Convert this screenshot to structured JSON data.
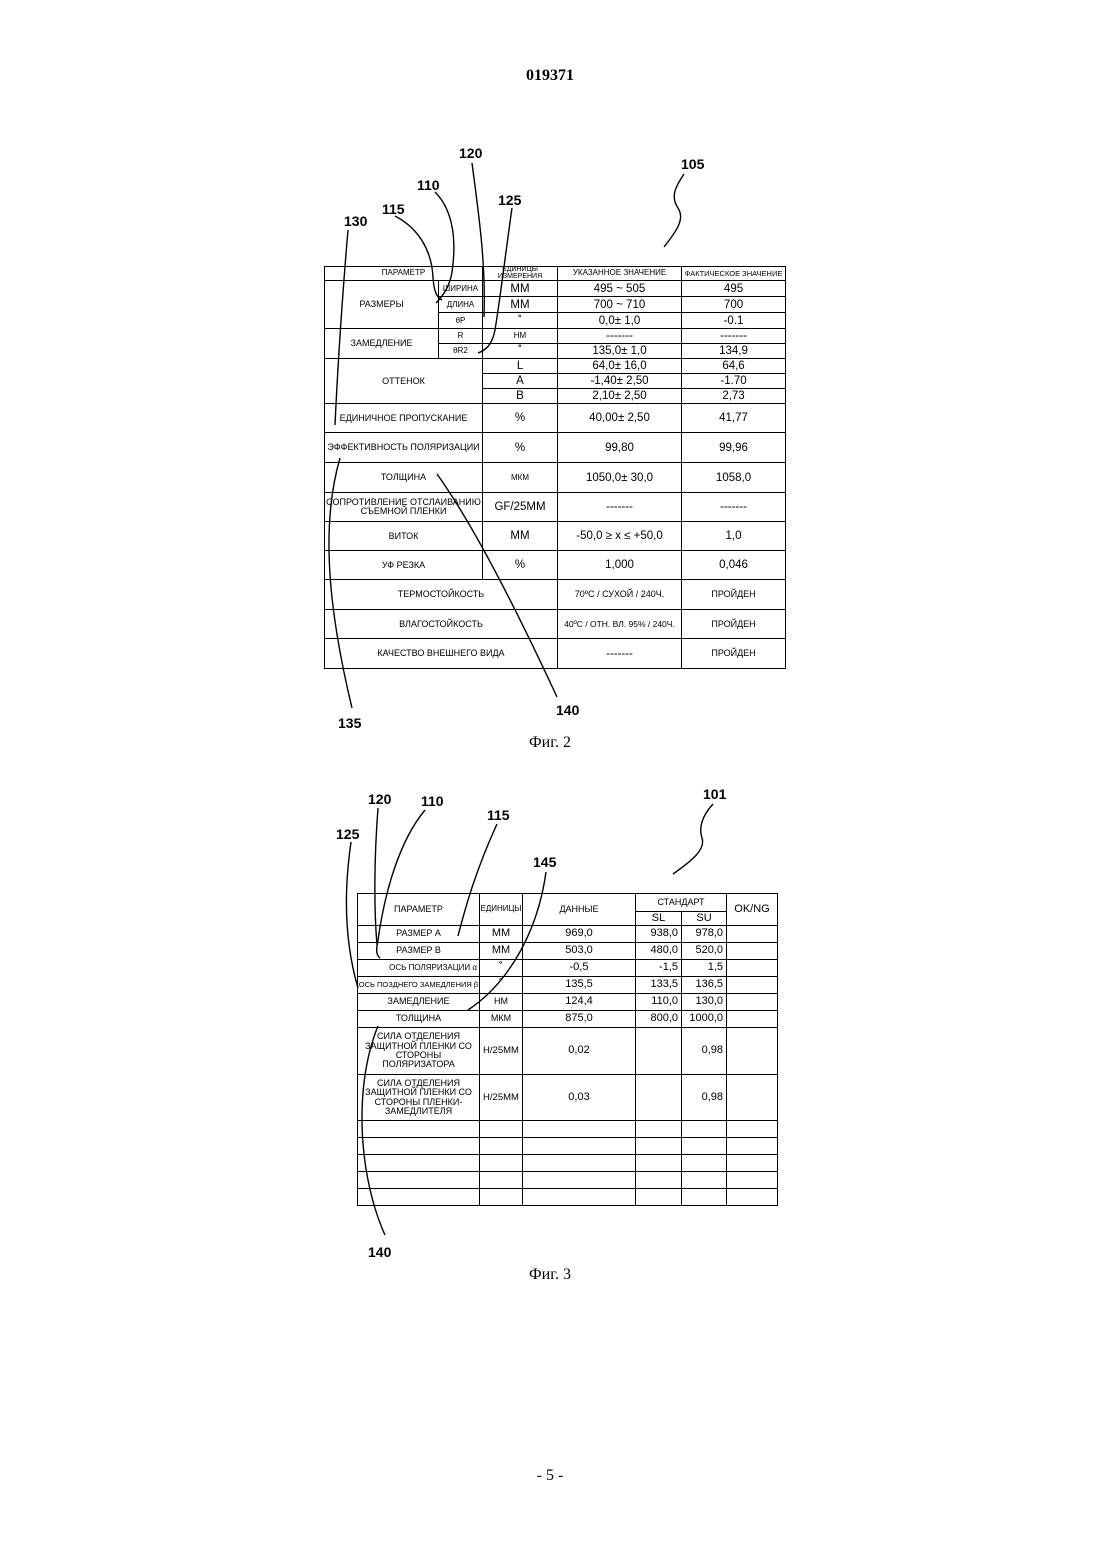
{
  "page": {
    "doc_number": "019371",
    "page_number": "- 5 -"
  },
  "fig2": {
    "caption": "Фиг. 2",
    "refs": {
      "r105": "105",
      "r110": "110",
      "r115": "115",
      "r120": "120",
      "r125": "125",
      "r130": "130",
      "r135": "135",
      "r140": "140"
    },
    "header": {
      "param": "ПАРАМЕТР",
      "units": "ЕДИНИЦЫ ИЗМЕРЕНИЯ",
      "specified": "УКАЗАННОЕ ЗНАЧЕНИЕ",
      "actual": "ФАКТИЧЕСКОЕ ЗНАЧЕНИЕ"
    },
    "sizes": {
      "label": "РАЗМЕРЫ",
      "width": {
        "name": "ШИРИНА",
        "unit": "ММ",
        "spec": "495 ~ 505",
        "actual": "495"
      },
      "length": {
        "name": "ДЛИНА",
        "unit": "ММ",
        "spec": "700 ~ 710",
        "actual": "700"
      },
      "theta": {
        "name": "θР",
        "unit": "˚",
        "spec": "0,0± 1,0",
        "actual": "-0.1"
      }
    },
    "retard": {
      "label": "ЗАМЕДЛЕНИЕ",
      "r": {
        "name": "R",
        "unit": "НМ",
        "spec": "-------",
        "actual": "-------"
      },
      "theta": {
        "name": "θR2",
        "unit": "˚",
        "spec": "135,0± 1,0",
        "actual": "134,9"
      }
    },
    "hue": {
      "label": "ОТТЕНОК",
      "l": {
        "name": "L",
        "spec": "64,0± 16,0",
        "actual": "64,6"
      },
      "a": {
        "name": "A",
        "spec": "-1,40± 2,50",
        "actual": "-1.70"
      },
      "b": {
        "name": "B",
        "spec": "2,10± 2,50",
        "actual": "2,73"
      }
    },
    "transmit": {
      "label": "ЕДИНИЧНОЕ ПРОПУСКАНИЕ",
      "unit": "%",
      "spec": "40,00± 2,50",
      "actual": "41,77"
    },
    "polar": {
      "label": "ЭФФЕКТИВНОСТЬ ПОЛЯРИЗАЦИИ",
      "unit": "%",
      "spec": "99,80",
      "actual": "99,96"
    },
    "thick": {
      "label": "ТОЛЩИНА",
      "unit": "МКМ",
      "spec": "1050,0± 30,0",
      "actual": "1058,0"
    },
    "peel": {
      "label": "СОПРОТИВЛЕНИЕ ОТСЛАИВАНИЮ СЪЕМНОЙ ПЛЕНКИ",
      "unit": "GF/25ММ",
      "spec": "-------",
      "actual": "-------"
    },
    "curl": {
      "label": "ВИТОК",
      "unit": "ММ",
      "spec": "-50,0 ≥ x ≤ +50,0",
      "actual": "1,0"
    },
    "uv": {
      "label": "УФ РЕЗКА",
      "unit": "%",
      "spec": "1,000",
      "actual": "0,046"
    },
    "heat": {
      "label": "ТЕРМОСТОЙКОСТЬ",
      "spec": "70ºC / СУХОЙ / 240Ч.",
      "actual": "ПРОЙДЕН"
    },
    "humid": {
      "label": "ВЛАГОСТОЙКОСТЬ",
      "spec": "40ºC / ОТН. ВЛ. 95% / 240Ч.",
      "actual": "ПРОЙДЕН"
    },
    "appear": {
      "label": "КАЧЕСТВО ВНЕШНЕГО ВИДА",
      "spec": "-------",
      "actual": "ПРОЙДЕН"
    }
  },
  "fig3": {
    "caption": "Фиг. 3",
    "refs": {
      "r101": "101",
      "r110": "110",
      "r115": "115",
      "r120": "120",
      "r125": "125",
      "r140": "140",
      "r145": "145"
    },
    "header": {
      "param": "ПАРАМЕТР",
      "units": "ЕДИНИЦЫ",
      "data": "ДАННЫЕ",
      "standard": "СТАНДАРТ",
      "sl": "SL",
      "su": "SU",
      "okng": "OK/NG"
    },
    "rows": [
      {
        "param": "РАЗМЕР A",
        "unit": "ММ",
        "data": "969,0",
        "sl": "938,0",
        "su": "978,0"
      },
      {
        "param": "РАЗМЕР B",
        "unit": "ММ",
        "data": "503,0",
        "sl": "480,0",
        "su": "520,0"
      },
      {
        "param": "ОСЬ ПОЛЯРИЗАЦИИ α",
        "unit": "˚",
        "data": "-0,5",
        "sl": "-1,5",
        "su": "1,5"
      },
      {
        "param": "ОСЬ ПОЗДНЕГО ЗАМЕДЛЕНИЯ β",
        "unit": "˚",
        "data": "135,5",
        "sl": "133,5",
        "su": "136,5"
      },
      {
        "param": "ЗАМЕДЛЕНИЕ",
        "unit": "НМ",
        "data": "124,4",
        "sl": "110,0",
        "su": "130,0"
      },
      {
        "param": "ТОЛЩИНА",
        "unit": "МКМ",
        "data": "875,0",
        "sl": "800,0",
        "su": "1000,0"
      },
      {
        "param": "СИЛА ОТДЕЛЕНИЯ ЗАЩИТНОЙ ПЛЕНКИ СО СТОРОНЫ ПОЛЯРИЗАТОРА",
        "unit": "Н/25ММ",
        "data": "0,02",
        "sl": "",
        "su": "0,98"
      },
      {
        "param": "СИЛА ОТДЕЛЕНИЯ ЗАЩИТНОЙ ПЛЕНКИ СО СТОРОНЫ ПЛЕНКИ-ЗАМЕДЛИТЕЛЯ",
        "unit": "Н/25ММ",
        "data": "0,03",
        "sl": "",
        "su": "0,98"
      }
    ]
  }
}
